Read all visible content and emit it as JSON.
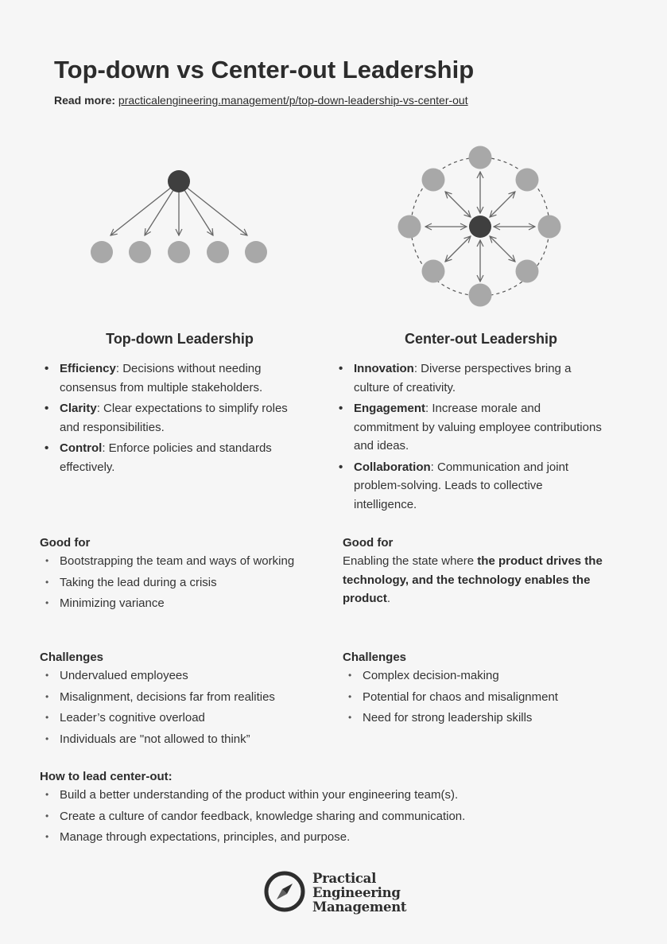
{
  "title": "Top-down vs Center-out Leadership",
  "read_more": {
    "label": "Read more:",
    "url": "practicalengineering.management/p/top-down-leadership-vs-center-out"
  },
  "colors": {
    "leader_node": "#3f3f3f",
    "member_node": "#a8a8a8",
    "arrow": "#666666",
    "text": "#333333"
  },
  "top_down": {
    "heading": "Top-down Leadership",
    "benefits": [
      {
        "term": "Efficiency",
        "text": ": Decisions without needing consensus from multiple stakeholders."
      },
      {
        "term": "Clarity",
        "text": ": Clear expectations to simplify roles and responsibilities."
      },
      {
        "term": "Control",
        "text": ": Enforce policies and standards effectively."
      }
    ],
    "good_for_label": "Good for",
    "good_for": [
      "Bootstrapping the team and ways of working",
      "Taking the lead during a crisis",
      "Minimizing variance"
    ],
    "challenges_label": "Challenges",
    "challenges": [
      "Undervalued employees",
      "Misalignment, decisions far from realities",
      "Leader’s cognitive overload",
      "Individuals are \"not allowed to think”"
    ]
  },
  "center_out": {
    "heading": "Center-out Leadership",
    "benefits": [
      {
        "term": "Innovation",
        "text": ": Diverse perspectives bring a culture of creativity."
      },
      {
        "term": "Engagement",
        "text": ": Increase morale and commitment by valuing employee contributions and ideas."
      },
      {
        "term": "Collaboration",
        "text": ": Communication and joint problem-solving. Leads to collective intelligence."
      }
    ],
    "good_for_label": "Good for",
    "good_for_pre": "Enabling the state where ",
    "good_for_bold": "the product drives the technology, and the technology enables the product",
    "good_for_post": ".",
    "challenges_label": "Challenges",
    "challenges": [
      "Complex decision-making",
      "Potential for chaos and misalignment",
      "Need for strong leadership skills"
    ]
  },
  "how_to": {
    "label": "How to lead center-out:",
    "items": [
      "Build a better understanding of the product within your engineering team(s).",
      "Create a culture of candor feedback, knowledge sharing and communication.",
      "Manage through expectations, principles, and purpose."
    ]
  },
  "logo": {
    "icon": "compass-icon",
    "line1": "Practical",
    "line2": "Engineering",
    "line3": "Management"
  }
}
